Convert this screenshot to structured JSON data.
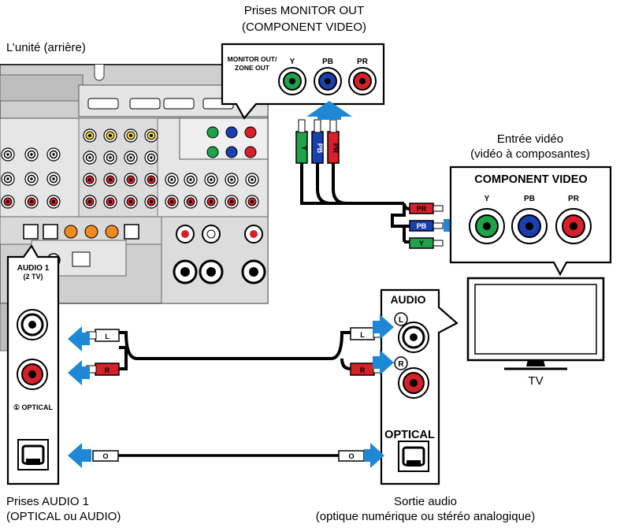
{
  "labels": {
    "monitor_out_line1": "Prises MONITOR OUT",
    "monitor_out_line2": "(COMPONENT VIDEO)",
    "unit_rear": "L’unité (arrière)",
    "video_in_line1": "Entrée vidéo",
    "video_in_line2": "(vidéo à composantes)",
    "tv": "TV",
    "audio1_jacks_line1": "Prises AUDIO 1",
    "audio1_jacks_line2": "(OPTICAL ou AUDIO)",
    "audio_out_line1": "Sortie audio",
    "audio_out_line2": "(optique numérique ou stéréo analogique)"
  },
  "monitor_out_panel": {
    "title_line1": "MONITOR OUT/",
    "title_line2": "ZONE OUT",
    "jacks": [
      "Y",
      "PB",
      "PR"
    ]
  },
  "tv_component_panel": {
    "title": "COMPONENT VIDEO",
    "jacks": [
      "Y",
      "PB",
      "PR"
    ]
  },
  "audio1_panel": {
    "title_line1": "AUDIO 1",
    "title_line2": "(2 TV)",
    "optical_label": "① OPTICAL"
  },
  "tv_audio_panel": {
    "audio_title": "AUDIO",
    "left_mark": "L",
    "right_mark": "R",
    "optical_title": "OPTICAL"
  },
  "cable_tags": {
    "left": "L",
    "right": "R",
    "optical": "O",
    "y": "Y",
    "pb": "PB",
    "pr": "PR"
  },
  "colors": {
    "arrow": "#1e88d6",
    "jack_green": "#1fa34a",
    "jack_blue": "#1a3fb0",
    "jack_red": "#d8202a",
    "panel_gray": "#c8c8c8"
  }
}
